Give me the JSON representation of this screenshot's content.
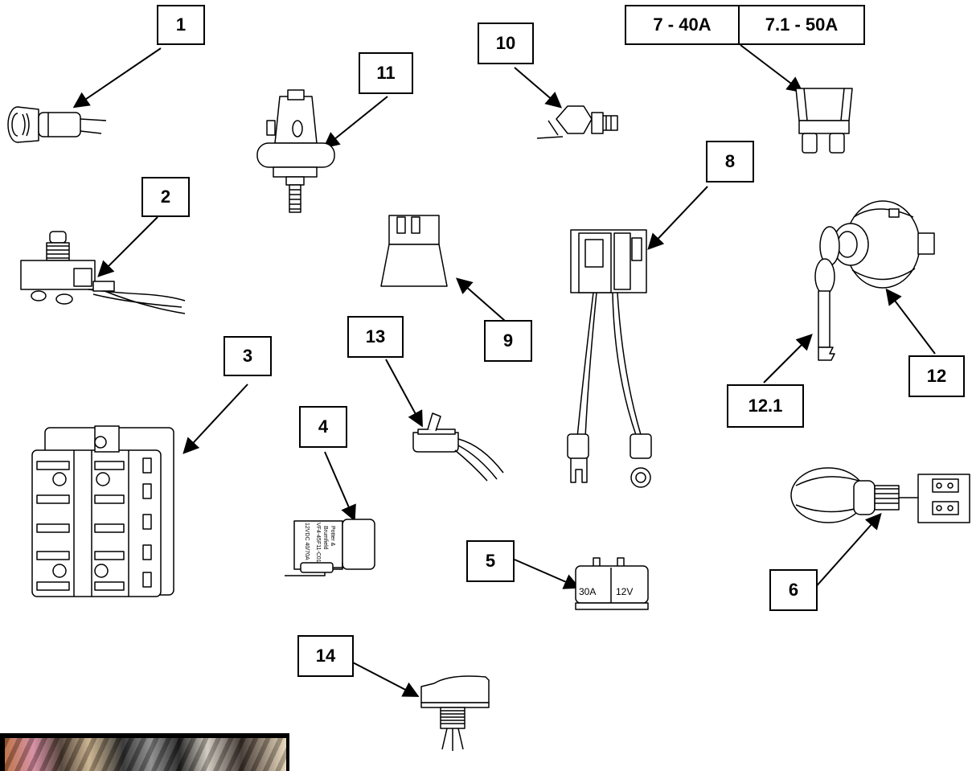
{
  "callouts": {
    "c1": "1",
    "c2": "2",
    "c3": "3",
    "c4": "4",
    "c5": "5",
    "c6": "6",
    "c7": "7 - 40A",
    "c7_1": "7.1 - 50A",
    "c8": "8",
    "c9": "9",
    "c10": "10",
    "c11": "11",
    "c12": "12",
    "c12_1": "12.1",
    "c13": "13",
    "c14": "14"
  },
  "part_labels": {
    "breaker_amps": "30A",
    "breaker_volts": "12V",
    "relay_text_1": "Potter &",
    "relay_text_2": "Brumfield",
    "relay_text_3": "VF4-45F11-C01",
    "relay_text_4": "12VDC 40/70A"
  },
  "icons": [
    "fuse-holder-icon",
    "push-button-switch-icon",
    "fuse-block-icon",
    "relay-icon",
    "circuit-breaker-icon",
    "rotary-switch-icon",
    "maxi-fuse-icon",
    "relay-socket-harness-icon",
    "relay-socket-icon",
    "temperature-sender-icon",
    "pressure-switch-icon",
    "ignition-switch-icon",
    "ignition-key-icon",
    "toggle-switch-icon",
    "rocker-switch-icon"
  ],
  "colors": {
    "line": "#000000",
    "background": "#ffffff"
  }
}
